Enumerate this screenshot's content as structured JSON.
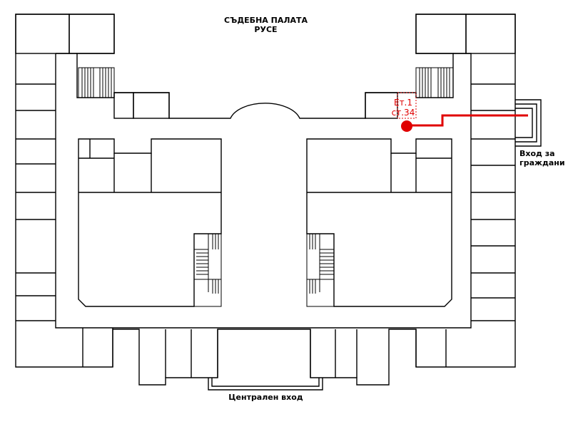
{
  "title": {
    "line1": "СЪДЕБНА ПАЛАТА",
    "line2": "РУСЕ"
  },
  "entrances": {
    "side_line1": "Вход за",
    "side_line2": "граждани",
    "main": "Централен вход"
  },
  "marker": {
    "floor": "Ет.1",
    "room": "ст.34",
    "color": "#e00000"
  },
  "colors": {
    "walls": "#000000",
    "background": "#ffffff"
  }
}
